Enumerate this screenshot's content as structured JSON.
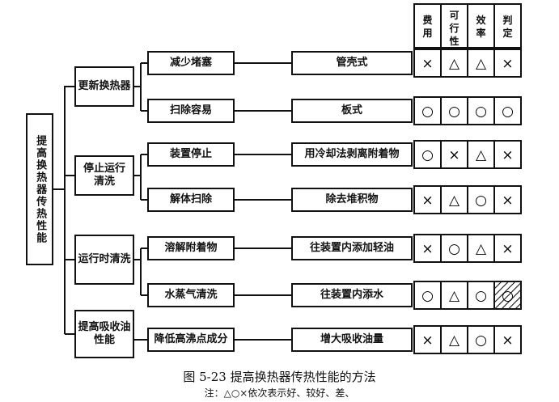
{
  "root": {
    "label": "提高换热器传热性能"
  },
  "columns": [
    "费用",
    "可行性",
    "效率",
    "判定"
  ],
  "categories": [
    {
      "label": "更新换热器",
      "methods": [
        {
          "label": "减少堵塞",
          "measure": "管壳式",
          "ratings": [
            "×",
            "△",
            "△",
            "×"
          ],
          "hatched": [
            false,
            false,
            false,
            false
          ]
        },
        {
          "label": "扫除容易",
          "measure": "板式",
          "ratings": [
            "○",
            "○",
            "○",
            "○"
          ],
          "hatched": [
            false,
            false,
            false,
            false
          ]
        }
      ]
    },
    {
      "label": "停止运行清洗",
      "methods": [
        {
          "label": "装置停止",
          "measure": "用冷却法剥离附着物",
          "ratings": [
            "○",
            "×",
            "△",
            "×"
          ],
          "hatched": [
            false,
            false,
            false,
            false
          ]
        },
        {
          "label": "解体扫除",
          "measure": "除去堆积物",
          "ratings": [
            "×",
            "△",
            "○",
            "×"
          ],
          "hatched": [
            false,
            false,
            false,
            false
          ]
        }
      ]
    },
    {
      "label": "运行时清洗",
      "methods": [
        {
          "label": "溶解附着物",
          "measure": "往装置内添加轻油",
          "ratings": [
            "×",
            "○",
            "△",
            "×"
          ],
          "hatched": [
            false,
            false,
            false,
            false
          ]
        },
        {
          "label": "水蒸气清洗",
          "measure": "往装置内添水",
          "ratings": [
            "○",
            "△",
            "○",
            "○"
          ],
          "hatched": [
            false,
            false,
            false,
            true
          ]
        }
      ]
    },
    {
      "label": "提高吸收油性能",
      "methods": [
        {
          "label": "降低高沸点成分",
          "measure": "增大吸收油量",
          "ratings": [
            "×",
            "△",
            "○",
            "×"
          ],
          "hatched": [
            false,
            false,
            false,
            false
          ]
        }
      ]
    }
  ],
  "caption": "图 5-23   提高换热器传热性能的方法",
  "note": "注：△○×依次表示好、较好、差、"
}
